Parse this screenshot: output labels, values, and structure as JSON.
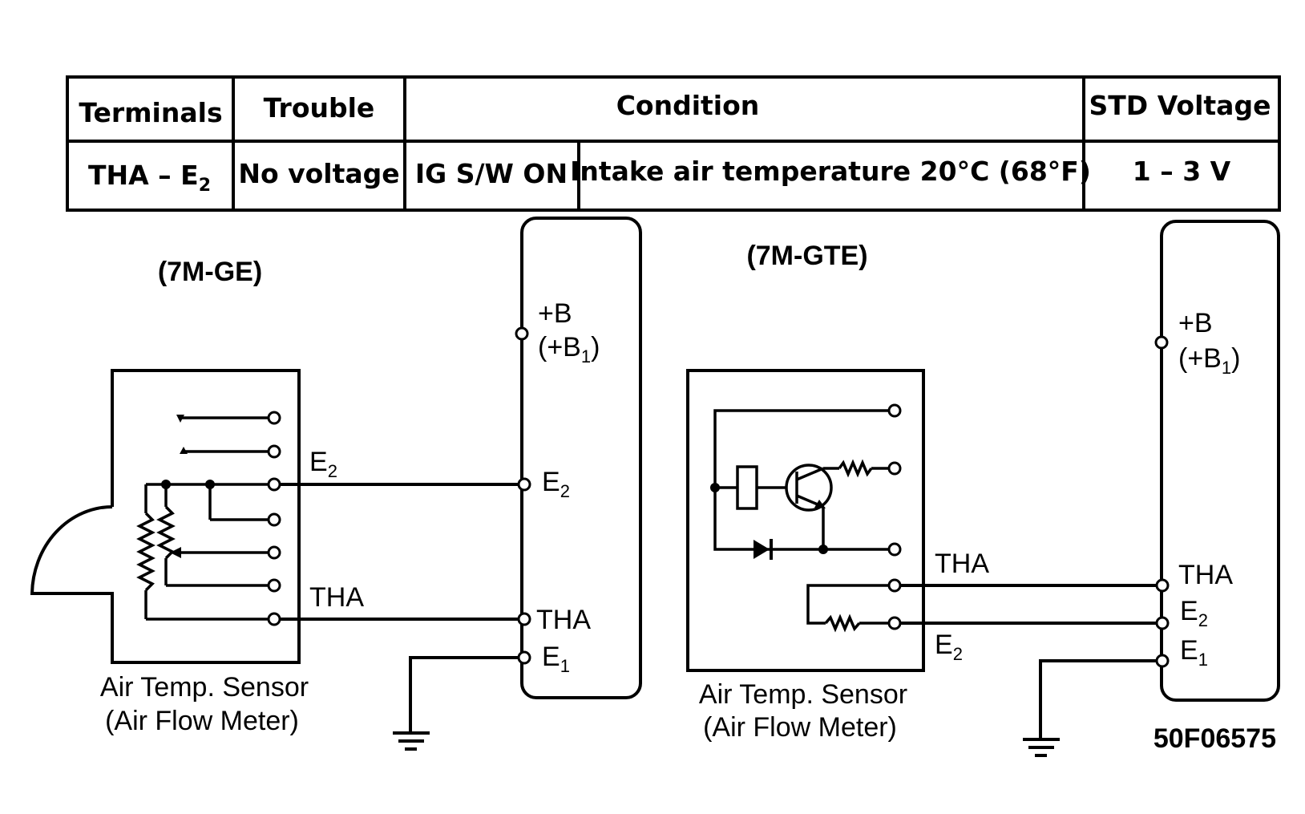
{
  "table": {
    "headers": {
      "terminals": "Terminals",
      "trouble": "Trouble",
      "condition": "Condition",
      "std_voltage": "STD Voltage"
    },
    "row": {
      "terminals_main": "THA – E",
      "terminals_sub": "2",
      "trouble": "No voltage",
      "condition_switch": "IG S/W ON",
      "condition_temp": "Intake air temperature 20°C (68°F)",
      "std_voltage": "1 – 3 V"
    }
  },
  "left_circuit": {
    "engine_label": "(7M-GE)",
    "sensor_label_line1": "Air Temp. Sensor",
    "sensor_label_line2": "(Air Flow Meter)",
    "sensor_pin_e2": "E",
    "sensor_pin_e2_sub": "2",
    "sensor_pin_tha": "THA",
    "ecu_pin_b": "+B",
    "ecu_pin_b1_open": "(+B",
    "ecu_pin_b1_sub": "1",
    "ecu_pin_b1_close": ")",
    "ecu_pin_e2": "E",
    "ecu_pin_e2_sub": "2",
    "ecu_pin_tha": "THA",
    "ecu_pin_e1": "E",
    "ecu_pin_e1_sub": "1"
  },
  "right_circuit": {
    "engine_label": "(7M-GTE)",
    "sensor_label_line1": "Air Temp. Sensor",
    "sensor_label_line2": "(Air Flow Meter)",
    "sensor_pin_tha": "THA",
    "sensor_pin_e2": "E",
    "sensor_pin_e2_sub": "2",
    "ecu_pin_b": "+B",
    "ecu_pin_b1_open": "(+B",
    "ecu_pin_b1_sub": "1",
    "ecu_pin_b1_close": ")",
    "ecu_pin_tha": "THA",
    "ecu_pin_e2": "E",
    "ecu_pin_e2_sub": "2",
    "ecu_pin_e1": "E",
    "ecu_pin_e1_sub": "1"
  },
  "figure_code": "50F06575"
}
